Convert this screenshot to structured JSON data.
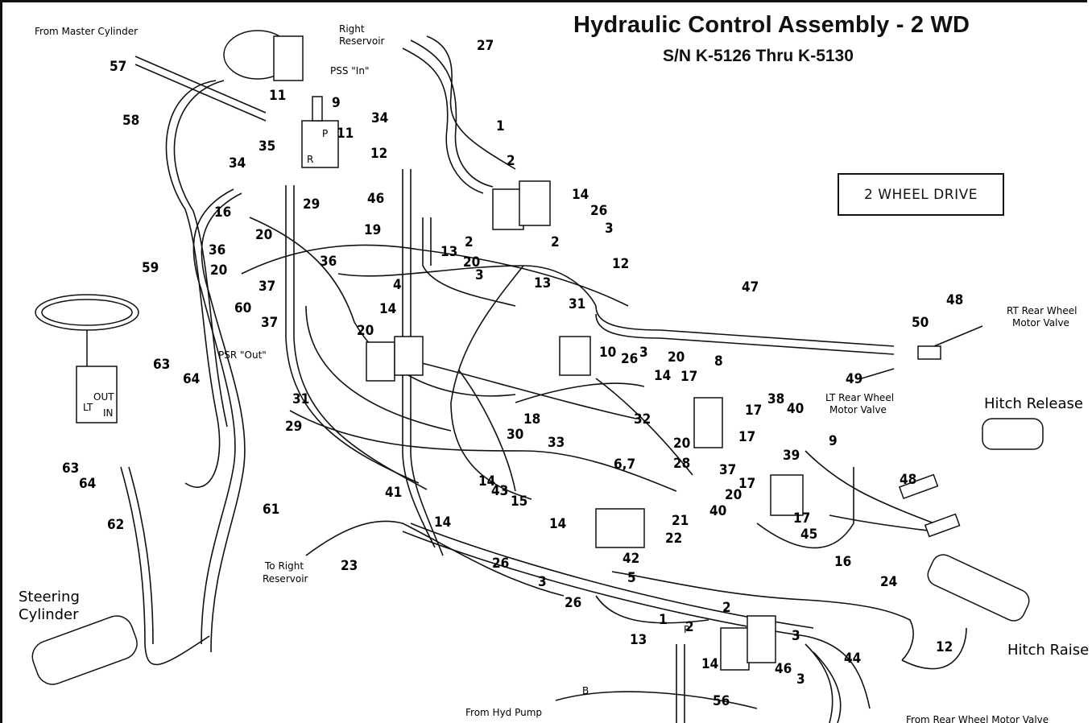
{
  "title": "Hydraulic Control Assembly - 2 WD",
  "subtitle": "S/N K-5126 Thru K-5130",
  "box_label": "2 WHEEL DRIVE",
  "captions": {
    "from_master_cylinder": "From Master Cylinder",
    "right_reservoir_1": "Right",
    "right_reservoir_2": "Reservoir",
    "pss_in": "PSS \"In\"",
    "psr_out": "PSR \"Out\"",
    "rt_rear_wheel_1": "RT Rear Wheel",
    "rt_rear_wheel_2": "Motor Valve",
    "lt_rear_wheel_1": "LT Rear Wheel",
    "lt_rear_wheel_2": "Motor Valve",
    "hitch_release": "Hitch Release",
    "hitch_raise": "Hitch Raise",
    "to_right_reservoir_1": "To Right",
    "to_right_reservoir_2": "Reservoir",
    "steering_cylinder_1": "Steering",
    "steering_cylinder_2": "Cylinder",
    "from_hyd_pump": "From Hyd Pump",
    "from_rear_wheel_motor_valve": "From Rear Wheel Motor Valve",
    "port_p": "P",
    "port_b": "B",
    "port_r": "R",
    "port_out": "OUT",
    "port_lt": "LT",
    "port_in": "IN"
  },
  "callouts": [
    "57",
    "58",
    "59",
    "60",
    "61",
    "62",
    "63",
    "64",
    "63",
    "64",
    "11",
    "9",
    "34",
    "35",
    "34",
    "11",
    "12",
    "27",
    "1",
    "2",
    "14",
    "26",
    "3",
    "2",
    "2",
    "13",
    "20",
    "3",
    "13",
    "12",
    "46",
    "16",
    "20",
    "36",
    "20",
    "29",
    "19",
    "36",
    "37",
    "37",
    "4",
    "14",
    "20",
    "31",
    "10",
    "47",
    "48",
    "50",
    "49",
    "26",
    "3",
    "14",
    "20",
    "17",
    "8",
    "38",
    "40",
    "17",
    "17",
    "39",
    "9",
    "37",
    "17",
    "20",
    "40",
    "17",
    "20",
    "28",
    "45",
    "31",
    "29",
    "18",
    "30",
    "33",
    "32",
    "48",
    "16",
    "41",
    "14",
    "43",
    "15",
    "14",
    "26",
    "14",
    "3",
    "26",
    "42",
    "5",
    "6,7",
    "21",
    "22",
    "23",
    "24",
    "12",
    "13",
    "1",
    "2",
    "2",
    "3",
    "14",
    "46",
    "3",
    "44",
    "56"
  ]
}
